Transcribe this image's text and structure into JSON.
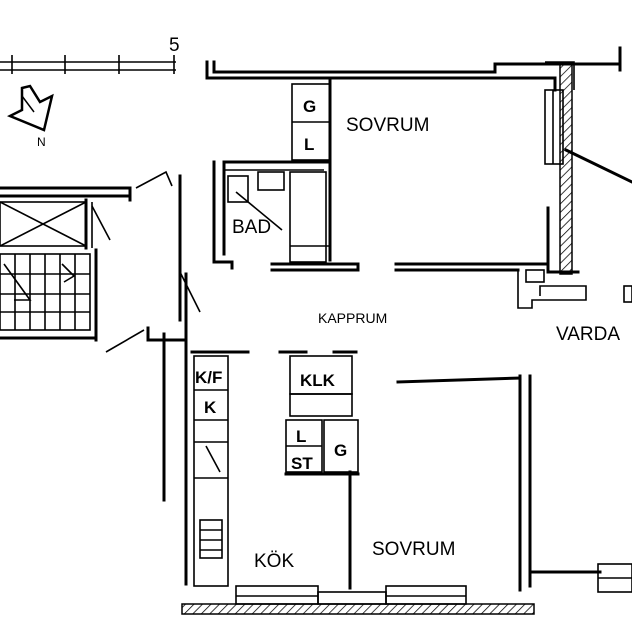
{
  "rooms": {
    "sovrum_top": "SOVRUM",
    "bad": "BAD",
    "kapprum": "KAPPRUM",
    "vardagsrum": "VARDA",
    "kok": "KÖK",
    "sovrum_bottom": "SOVRUM"
  },
  "fixtures": {
    "g_top": "G",
    "l_top": "L",
    "kf": "K/F",
    "k": "K",
    "klk": "KLK",
    "l_bottom": "L",
    "g_bottom": "G",
    "st": "ST"
  },
  "scale": {
    "label": "5"
  },
  "compass": {
    "label": "N"
  }
}
